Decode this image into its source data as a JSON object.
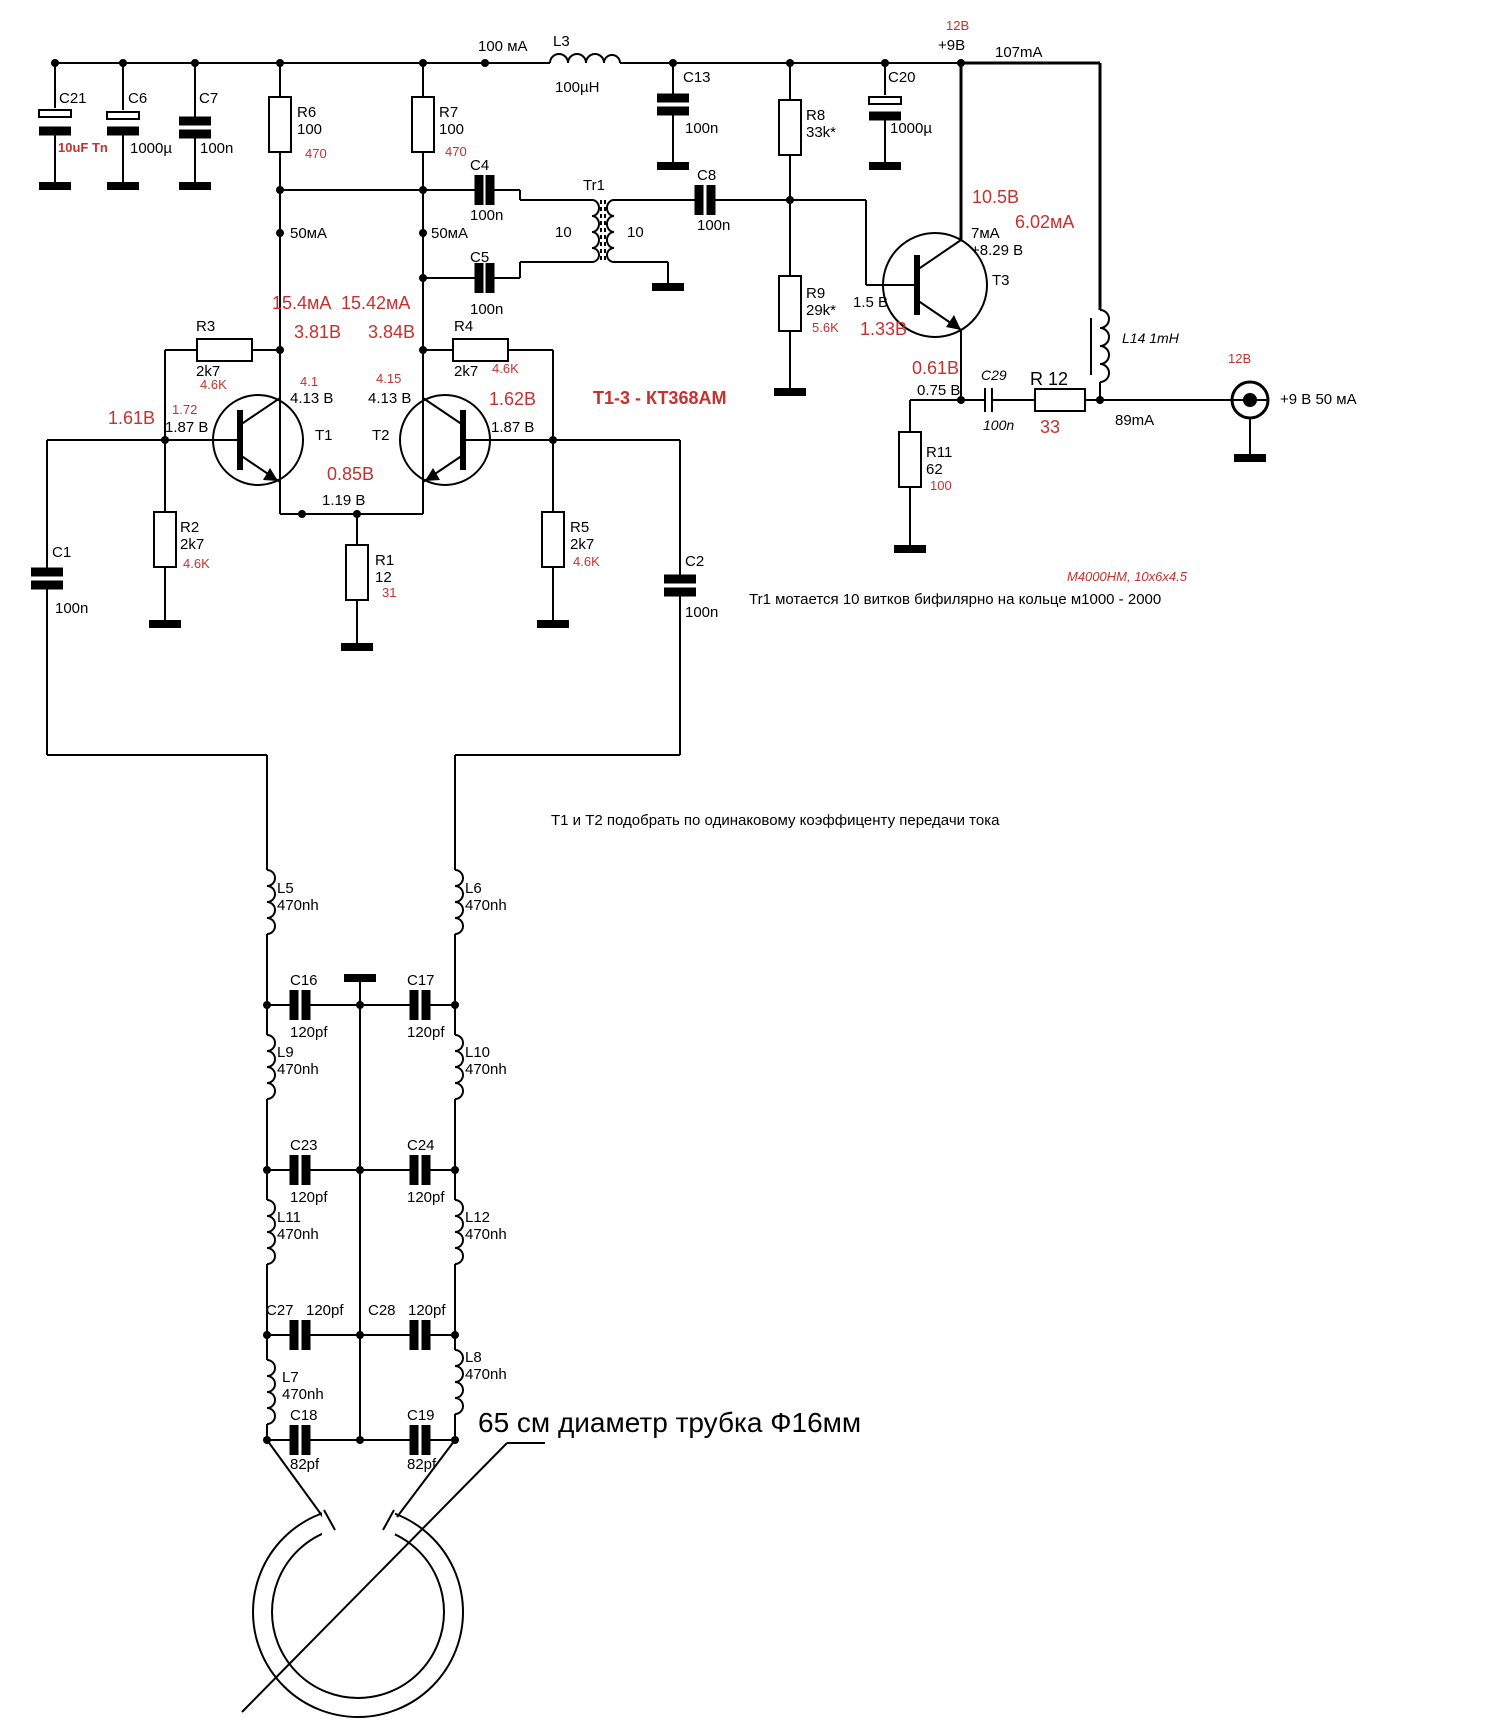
{
  "diagram": {
    "notes": {
      "transistor_type": "T1-3 - КТ368АМ",
      "core_note": "М4000НМ, 10х6х4.5",
      "tr1_winding": "Tr1 мотается 10 витков бифилярно  на кольце м1000 - 2000",
      "matching": "T1 и T2 подобрать по одинаковому коэффиценту передачи тока",
      "loop_size": "65 см диаметр трубка Ф16мм"
    },
    "supply": {
      "top_current": "100 мА",
      "rail_voltage_red": "12В",
      "rail_voltage": "+9В",
      "rail_current": "107mA",
      "out_voltage_red": "12В",
      "out_label": "+9 В  50 мА",
      "out_current": "89mA"
    },
    "components": {
      "C21": {
        "name": "C21",
        "value": "10uF Tn"
      },
      "C6": {
        "name": "C6",
        "value": "1000µ"
      },
      "C7": {
        "name": "C7",
        "value": "100n"
      },
      "R6": {
        "name": "R6",
        "value": "100",
        "alt": "470"
      },
      "R7": {
        "name": "R7",
        "value": "100",
        "alt": "470"
      },
      "L3": {
        "name": "L3",
        "value": "100µH"
      },
      "C13": {
        "name": "C13",
        "value": "100n"
      },
      "R8": {
        "name": "R8",
        "value": "33k*"
      },
      "C20": {
        "name": "C20",
        "value": "1000µ"
      },
      "C4": {
        "name": "C4",
        "value": "100n"
      },
      "C5": {
        "name": "C5",
        "value": "100n"
      },
      "Tr1": {
        "name": "Tr1",
        "left": "10",
        "right": "10"
      },
      "C8": {
        "name": "C8",
        "value": "100n"
      },
      "R9": {
        "name": "R9",
        "value": "29k*",
        "alt": "5.6K"
      },
      "T3": {
        "name": "T3"
      },
      "L14": {
        "name": "L14 1mH"
      },
      "C29": {
        "name": "C29",
        "value": "100n"
      },
      "R12": {
        "name": "R 12",
        "value": "33"
      },
      "R11": {
        "name": "R11",
        "value": "62",
        "alt": "100"
      },
      "R3": {
        "name": "R3",
        "value": "2k7",
        "alt": "4.6K"
      },
      "R4": {
        "name": "R4",
        "value": "2k7",
        "alt": "4.6K"
      },
      "T1": {
        "name": "T1"
      },
      "T2": {
        "name": "T2"
      },
      "R2": {
        "name": "R2",
        "value": "2k7",
        "alt": "4.6K"
      },
      "R1": {
        "name": "R1",
        "value": "12",
        "alt": "31"
      },
      "R5": {
        "name": "R5",
        "value": "2k7",
        "alt": "4.6K"
      },
      "C1": {
        "name": "C1",
        "value": "100n"
      },
      "C2": {
        "name": "C2",
        "value": "100n"
      },
      "L5": {
        "name": "L5",
        "value": "470nh"
      },
      "L6": {
        "name": "L6",
        "value": "470nh"
      },
      "C16": {
        "name": "C16",
        "value": "120pf"
      },
      "C17": {
        "name": "C17",
        "value": "120pf"
      },
      "L9": {
        "name": "L9",
        "value": "470nh"
      },
      "L10": {
        "name": "L10",
        "value": "470nh"
      },
      "C23": {
        "name": "C23",
        "value": "120pf"
      },
      "C24": {
        "name": "C24",
        "value": "120pf"
      },
      "L11": {
        "name": "L11",
        "value": "470nh"
      },
      "L12": {
        "name": "L12",
        "value": "470nh"
      },
      "C27": {
        "name": "C27",
        "value": "120pf"
      },
      "C28": {
        "name": "C28",
        "value": "120pf"
      },
      "L7": {
        "name": "L7",
        "value": "470nh"
      },
      "L8": {
        "name": "L8",
        "value": "470nh"
      },
      "C18": {
        "name": "C18",
        "value": "82pf"
      },
      "C19": {
        "name": "C19",
        "value": "82pf"
      }
    },
    "measurements": {
      "t1_coll_current": "50мА",
      "t2_coll_current": "50мА",
      "t1_red_current": "15.4мА",
      "t2_red_current": "15.42мА",
      "t1_red_coll_v": "3.81В",
      "t2_red_coll_v": "3.84В",
      "t1_coll_red_small": "4.1",
      "t1_coll_v": "4.13 В",
      "t2_coll_red_small": "4.15",
      "t2_coll_v": "4.13 В",
      "t1_base_red": "1.61В",
      "t1_base_red_small": "1.72",
      "t1_base_v": "1.87 В",
      "t2_base_red": "1.62В",
      "t2_base_v": "1.87 В",
      "emitter_red": "0.85В",
      "emitter_v": "1.19 В",
      "t3_red_v": "10.5В",
      "t3_red_current": "6.02мА",
      "t3_current": "7мА",
      "t3_coll_v": "+8.29 В",
      "t3_base_v": "1.5 В",
      "t3_base_red": "1.33В",
      "t3_emit_red": "0.61В",
      "t3_emit_v": "0.75 В"
    }
  }
}
